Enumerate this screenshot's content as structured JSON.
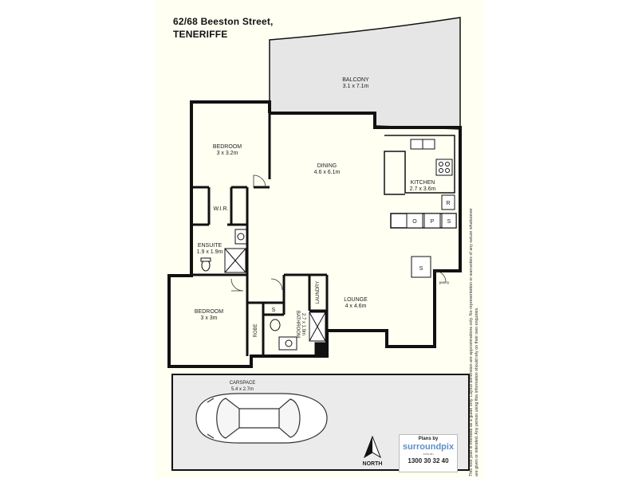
{
  "address": {
    "line1": "62/68 Beeston Street,",
    "line2": "TENERIFFE"
  },
  "rooms": {
    "balcony": {
      "name": "BALCONY",
      "size": "3.1 x 7.1m"
    },
    "bedroom1": {
      "name": "BEDROOM",
      "size": "3 x 3.2m"
    },
    "dining": {
      "name": "DINING",
      "size": "4.6 x 6.1m"
    },
    "kitchen": {
      "name": "KITCHEN",
      "size": "2.7 x 3.6m"
    },
    "wir": {
      "name": "W.I.R."
    },
    "ensuite": {
      "name": "ENSUITE",
      "size": "1.9 x 1.9m"
    },
    "bedroom2": {
      "name": "BEDROOM",
      "size": "3 x 3m"
    },
    "lounge": {
      "name": "LOUNGE",
      "size": "4 x 4.6m"
    },
    "robe": {
      "name": "ROBE"
    },
    "bathroom": {
      "name": "BATHROOM",
      "size": "2.7 x 1.9m"
    },
    "laundry": {
      "name": "LAUNDRY"
    },
    "carspace": {
      "name": "CARSPACE",
      "size": "5.4 x 2.7m"
    },
    "pantry": {
      "name": "pantry"
    }
  },
  "fixtures": {
    "r": "R",
    "o": "O",
    "p": "P",
    "s": "S"
  },
  "north_label": "NORTH",
  "logo": {
    "plans_by": "Plans by",
    "brand": "surroundpix",
    "domain": "com.au",
    "phone": "1300 30 32 40"
  },
  "disclaimer": "This floor plan is intended as a guide only. Layout dimension are approximations only. No representation or warranties of any nature whatsoever are given or intended. Any person using this information should rely on their own enquiries.",
  "colors": {
    "plan_background": "#fffff2",
    "balcony_fill": "#e6e6e6",
    "car_space_fill": "#ebebeb",
    "walls": "#111111",
    "logo_accent": "#5c8fc7"
  },
  "icons": [
    "north-arrow-icon",
    "car-icon"
  ]
}
